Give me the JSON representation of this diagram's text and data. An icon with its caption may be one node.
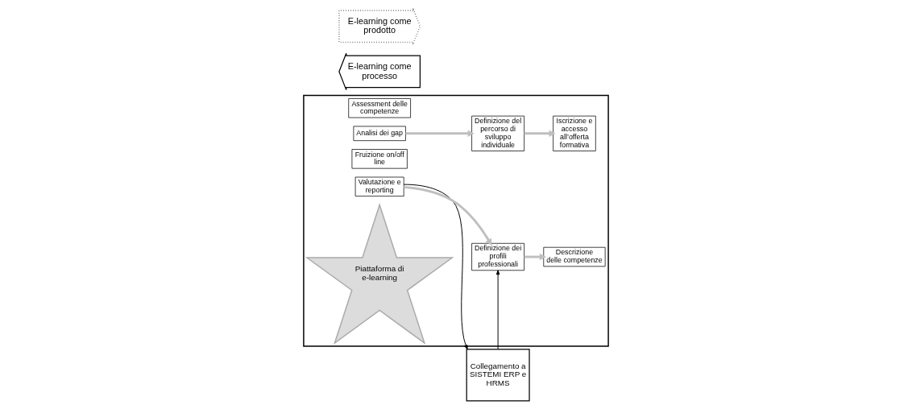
{
  "diagram": {
    "nodes": [
      {
        "text": [
          "Collegamento a SISTEMI ERP e HRMS"
        ]
      },
      {
        "text": [],
        "shape": "box"
      },
      {
        "text": [
          "Definizione dei profili professionali"
        ],
        "in": 1
      },
      {
        "text": [
          "Descrizione delle competenze"
        ],
        "in": 1
      },
      {
        "text": [
          "Assessment delle competenze"
        ],
        "in": 1
      },
      {
        "text": [
          "Analisi dei gap"
        ],
        "in": 1
      },
      {
        "text": [
          "Definizione del percorso di sviluppo individuale"
        ],
        "in": 1
      },
      {
        "text": [
          "Iscrizione e accesso all’offerta formativa"
        ],
        "in": 1
      },
      {
        "text": [
          "Fruizione on/off line"
        ],
        "in": 1
      },
      {
        "text": [
          "Valutazione e reporting"
        ],
        "in": 1
      },
      {
        "text": [
          "Piattaforma di e-learning"
        ],
        "in": 1
      },
      {
        "text": [
          "E-learning come processo"
        ]
      },
      {
        "text": [
          "E-learning come prodotto"
        ]
      }
    ],
    "edges": [
      {
        "from": 0,
        "to": 2,
        "arrow": "to",
        "color": "#000000"
      },
      {
        "from": 9,
        "to": 0,
        "arrow": "to",
        "color": "#000000"
      },
      {
        "from": 9,
        "to": 2,
        "arrow": "to"
      },
      {
        "from": 2,
        "to": 3,
        "arrow": "to"
      },
      {
        "from": 5,
        "to": 6,
        "arrow": "to"
      },
      {
        "from": 6,
        "to": 7,
        "arrow": "to"
      }
    ]
  }
}
